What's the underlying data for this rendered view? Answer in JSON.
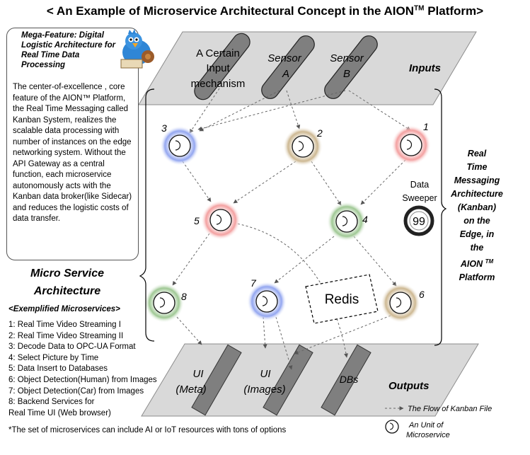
{
  "title": {
    "text": "< An Example of Microservice Architectural Concept in the AION",
    "tm": "TM",
    "suffix": " Platform>"
  },
  "mega_feature": {
    "title": "Mega-Feature: Digital Logistic Architecture for Real Time Data Processing",
    "body": "The center-of-excellence , core feature of the AION™ Platform, the Real Time Messaging called Kanban System, realizes the scalable data processing with number of instances on the edge networking system. Without the API Gateway as a central function, each microservice autonomously acts with the Kanban data broker(like Sidecar) and reduces the logistic costs of data transfer."
  },
  "micro_service": {
    "title_line1": "Micro Service",
    "title_line2": "Architecture"
  },
  "exemplified": {
    "title": "<Exemplified Microservices>",
    "items": [
      "1: Real Time Video Streaming I",
      "2: Real Time Video Streaming II",
      "3: Decode Data to OPC-UA Format",
      "4: Select Picture by Time",
      "5: Data Insert to Databases",
      "6: Object Detection(Human) from Images",
      "7: Object Detection(Car) from Images",
      "8: Backend Services  for",
      "Real Time UI (Web browser)"
    ],
    "footnote": "*The set of  microservices can include AI or IoT resources with tons of options"
  },
  "inputs": {
    "label": "Inputs",
    "items": [
      {
        "line1": "A Certain",
        "line2": "Input",
        "line3": "mechanism"
      },
      {
        "line1": "Sensor",
        "line2": "A"
      },
      {
        "line1": "Sensor",
        "line2": "B"
      }
    ]
  },
  "outputs": {
    "label": "Outputs",
    "items": [
      {
        "line1": "UI",
        "line2": "(Meta)"
      },
      {
        "line1": "UI",
        "line2": "(Images)"
      },
      {
        "line1": "DBs"
      }
    ]
  },
  "microservices": [
    {
      "id": "1",
      "color": "#e84a4a"
    },
    {
      "id": "2",
      "color": "#9c7b3c"
    },
    {
      "id": "3",
      "color": "#3a5de0"
    },
    {
      "id": "4",
      "color": "#4f9a3c"
    },
    {
      "id": "5",
      "color": "#e84a4a"
    },
    {
      "id": "6",
      "color": "#9c7b3c"
    },
    {
      "id": "7",
      "color": "#3a5de0"
    },
    {
      "id": "8",
      "color": "#4f9a3c"
    }
  ],
  "data_sweeper": {
    "line1": "Data",
    "line2": "Sweeper",
    "value": "99"
  },
  "redis": {
    "label": "Redis"
  },
  "realtime": {
    "lines": [
      "Real",
      "Time",
      "Messaging",
      "Architecture",
      "(Kanban)",
      "on the",
      "Edge, in",
      "the",
      "AION"
    ],
    "tm": "TM",
    "last": "Platform"
  },
  "legend": {
    "flow_label": "The Flow of Kanban File",
    "unit_line1": "An Unit of",
    "unit_line2": "Microservice"
  }
}
